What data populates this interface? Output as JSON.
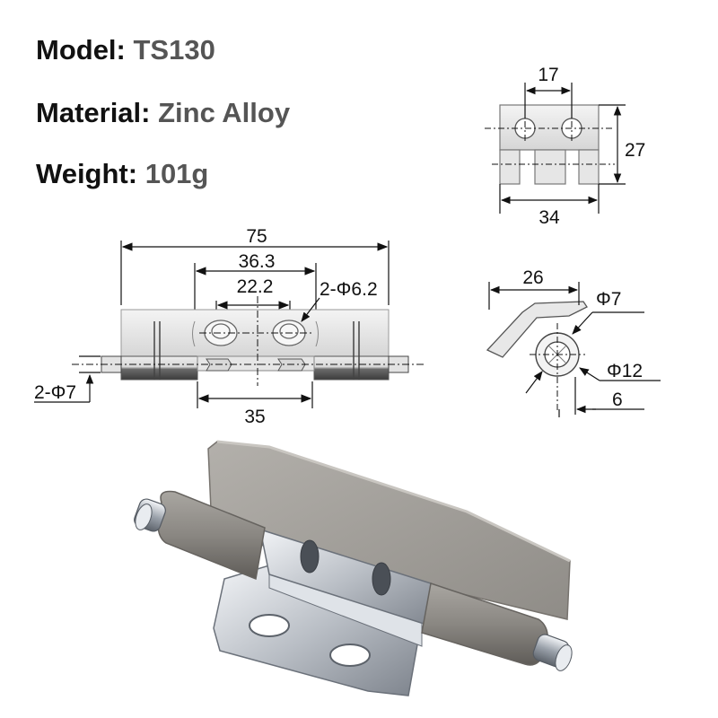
{
  "specs": {
    "model": {
      "label": "Model:",
      "value": "TS130"
    },
    "material": {
      "label": "Material:",
      "value": "Zinc Alloy"
    },
    "weight": {
      "label": "Weight:",
      "value": "101g"
    }
  },
  "front_view": {
    "overall_length": "75",
    "center_span": "36.3",
    "hole_spacing": "22.2",
    "hole_callout": "2-Φ6.2",
    "pin_callout": "2-Φ7",
    "bottom_span": "35"
  },
  "top_view": {
    "hole_spacing": "17",
    "height": "27",
    "width": "34"
  },
  "side_view": {
    "arm_length": "26",
    "pin_diameter": "Φ7",
    "barrel_diameter": "Φ12",
    "offset": "6"
  },
  "colors": {
    "barrel": "#7d7a76",
    "plate_steel": "#c9ccd0",
    "leaf_zinc": "#a29f9a"
  }
}
